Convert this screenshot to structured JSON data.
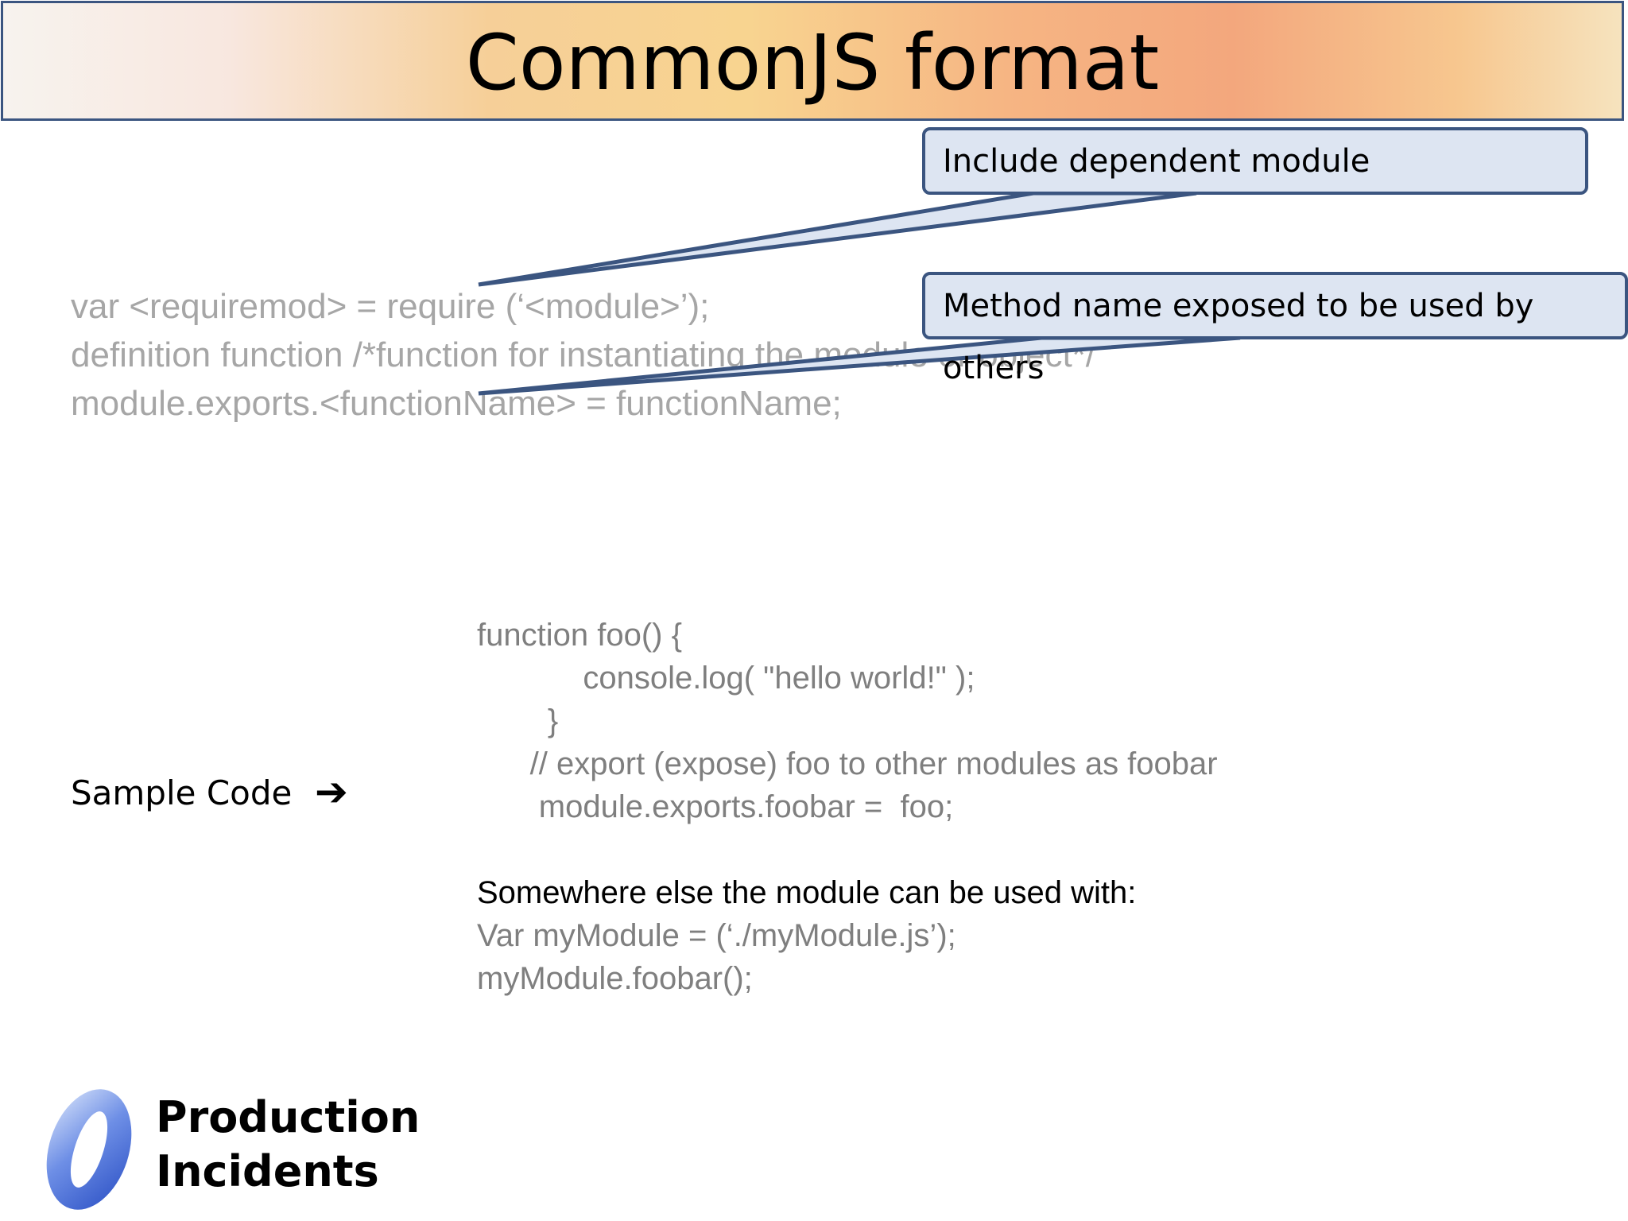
{
  "slide": {
    "title": "CommonJS format"
  },
  "syntax_lines": [
    "var <requiremod> = require (‘<module>’);",
    "definition function /*function for instantiating the module or object*/",
    "module.exports.<functionName> = functionName;"
  ],
  "callouts": [
    {
      "text": "Include dependent module"
    },
    {
      "text": "Method name exposed to be used by others"
    }
  ],
  "sample": {
    "label": "Sample Code",
    "arrow_icon": "right-arrow-icon",
    "code_lines": [
      "function foo() {",
      "            console.log( \"hello world!\" );",
      "        }",
      "      // export (expose) foo to other modules as foobar",
      "       module.exports.foobar =  foo;"
    ],
    "usage_intro": "Somewhere else the module can be used with:",
    "usage_lines": [
      "Var myModule = (‘./myModule.js’);",
      "myModule.foobar();"
    ]
  },
  "logo": {
    "line1": "Production",
    "line2": "Incidents",
    "icon": "ring-logo-icon"
  },
  "colors": {
    "callout_border": "#3b5580",
    "callout_fill": "#dde5f2",
    "code_text": "#8c8c8c"
  }
}
